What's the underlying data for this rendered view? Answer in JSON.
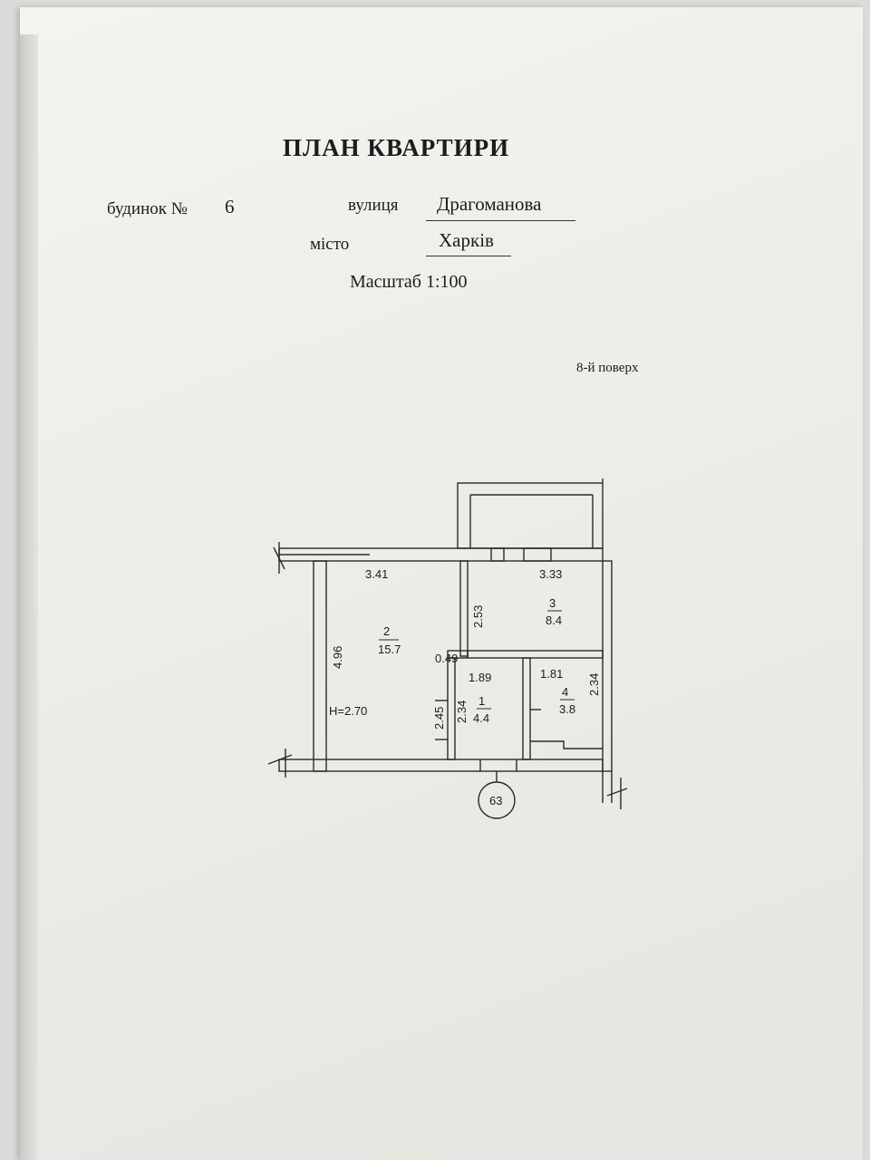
{
  "title": "ПЛАН КВАРТИРИ",
  "header": {
    "house_label": "будинок №",
    "house_number": "6",
    "street_label": "вулиця",
    "street": "Драгоманова",
    "city_label": "місто",
    "city": "Харків",
    "scale": "Масштаб 1:100",
    "floor": "8-й поверх"
  },
  "plan": {
    "ceiling_height": "H=2.70",
    "rooms": [
      {
        "number": "1",
        "area": "4.4"
      },
      {
        "number": "2",
        "area": "15.7"
      },
      {
        "number": "3",
        "area": "8.4"
      },
      {
        "number": "4",
        "area": "3.8"
      }
    ],
    "dimensions": {
      "room2_width": "3.41",
      "room3_width": "3.33",
      "room2_length": "4.96",
      "room3_length": "2.53",
      "partition": "0.49",
      "room1_width": "1.89",
      "room4_width": "1.81",
      "room1_length_outer": "2.45",
      "room1_length_inner": "2.34",
      "room4_length": "2.34"
    },
    "apartment_number": "63"
  }
}
